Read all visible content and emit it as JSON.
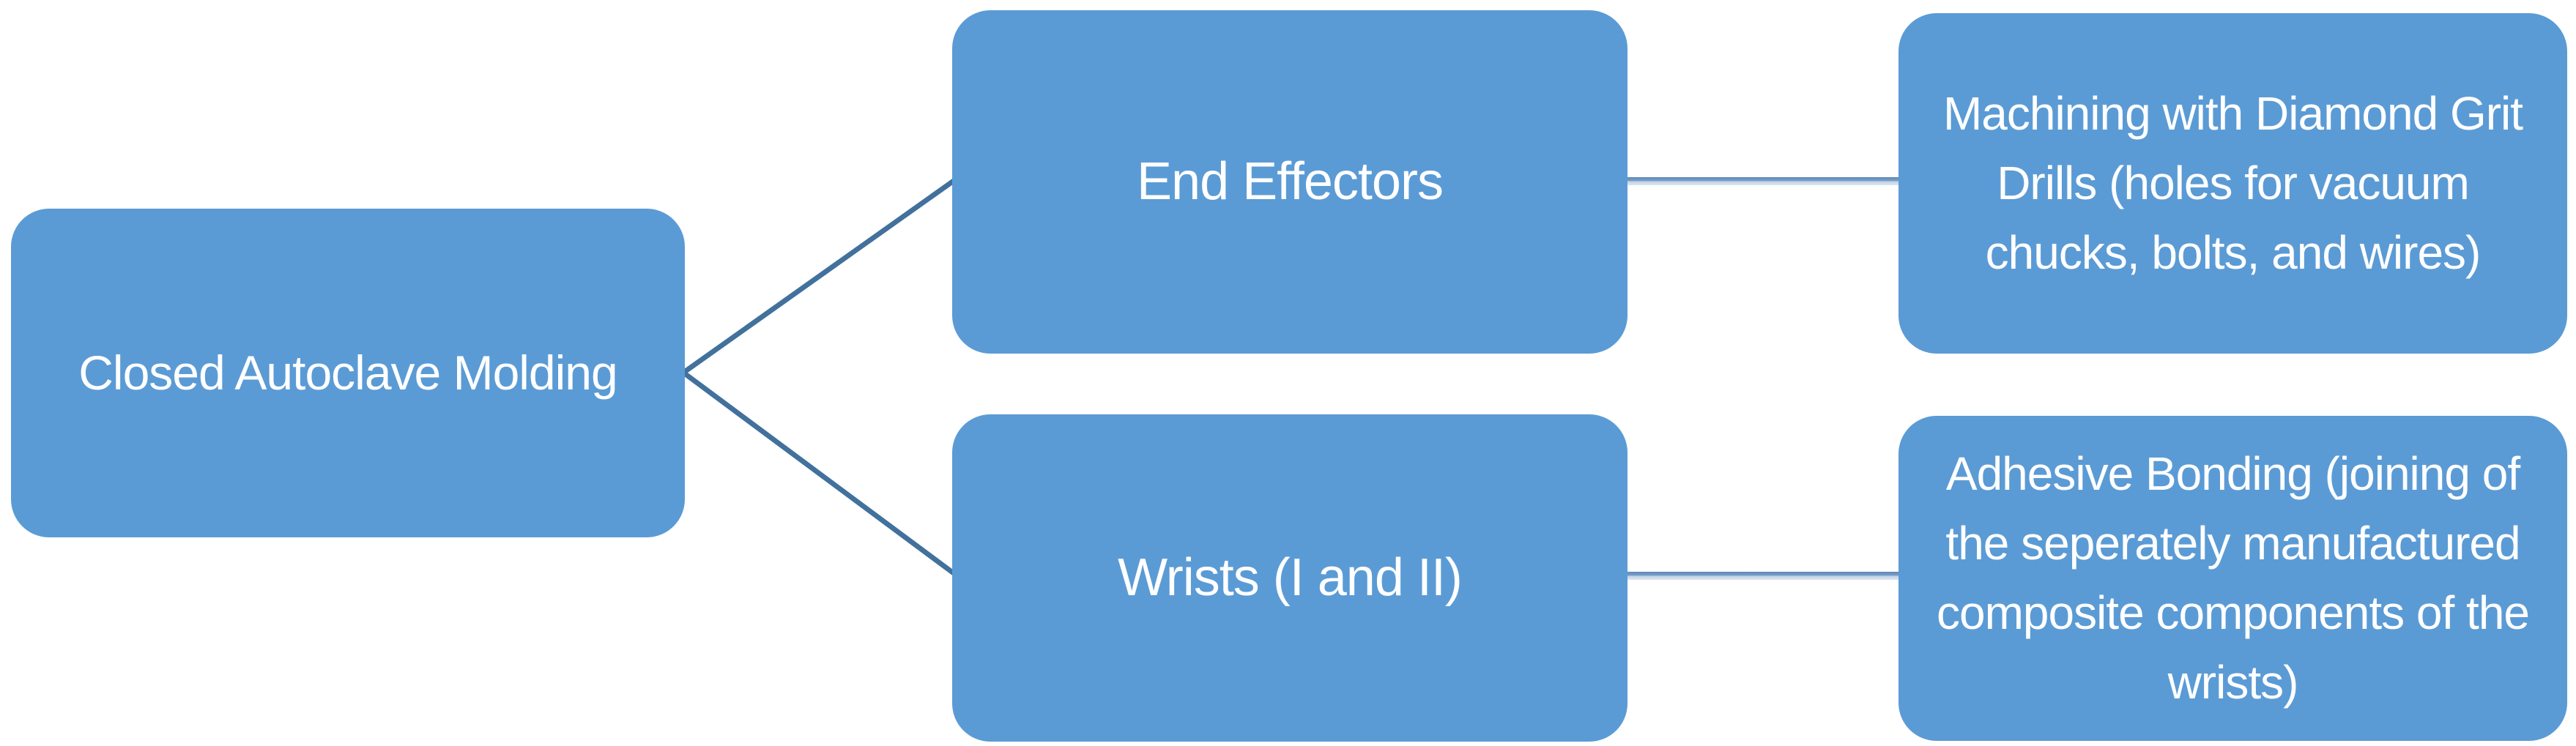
{
  "diagram": {
    "type": "hierarchy-left-to-right",
    "root": {
      "label": "Closed Autoclave Molding"
    },
    "branches": [
      {
        "label": "End Effectors",
        "detail": "Machining with Diamond Grit Drills (holes for vacuum chucks, bolts, and wires)"
      },
      {
        "label": "Wrists (I and II)",
        "detail": "Adhesive Bonding (joining of the seperately manufactured composite components of the wrists)"
      }
    ],
    "colors": {
      "node_fill": "#5b9bd5",
      "node_text": "#ffffff",
      "connector_dark": "#41719c",
      "connector_light": "#d9e2f0",
      "background": "#ffffff"
    }
  }
}
